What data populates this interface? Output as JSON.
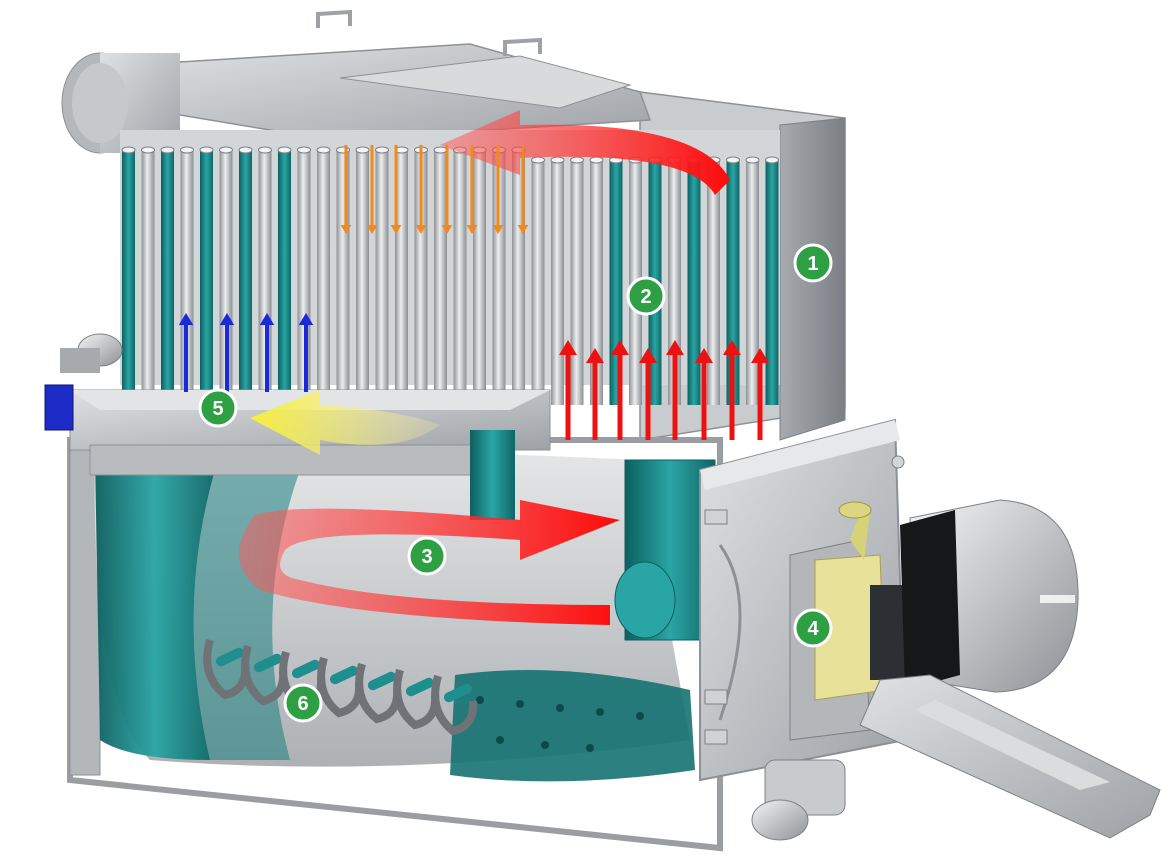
{
  "diagram": {
    "subject": "cutaway-boiler",
    "colors": {
      "badge": "#2ea043",
      "hot_gas": "#ee1111",
      "cold_air": "#1a2ad8",
      "flue_down": "#f08a1c",
      "fresh_air": "#f7f25a",
      "water_jacket": "#1f8e8e",
      "steel": "#b9bcbf"
    },
    "callouts": [
      {
        "label": "1"
      },
      {
        "label": "2"
      },
      {
        "label": "3"
      },
      {
        "label": "4"
      },
      {
        "label": "5"
      },
      {
        "label": "6"
      }
    ]
  }
}
